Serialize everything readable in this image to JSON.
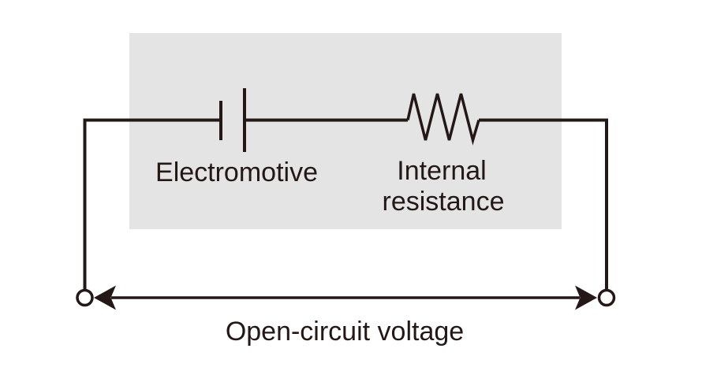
{
  "labels": {
    "electromotive": "Electromotive",
    "internal_resistance": {
      "lines": [
        "Internal",
        "resistance"
      ]
    },
    "open_circuit_voltage": "Open-circuit voltage"
  },
  "components": [
    {
      "name": "battery-symbol",
      "meaning": "Electromotive (EMF source)"
    },
    {
      "name": "resistor-symbol",
      "meaning": "Internal resistance"
    },
    {
      "name": "terminal-node-left",
      "meaning": "open circuit terminal"
    },
    {
      "name": "terminal-node-right",
      "meaning": "open circuit terminal"
    },
    {
      "name": "voltage-span-arrow",
      "meaning": "Open-circuit voltage measured between terminals"
    }
  ],
  "colors": {
    "ink": "#231815",
    "panel": "#e4e4e5",
    "background": "#ffffff",
    "terminal_fill": "#ffffff"
  }
}
